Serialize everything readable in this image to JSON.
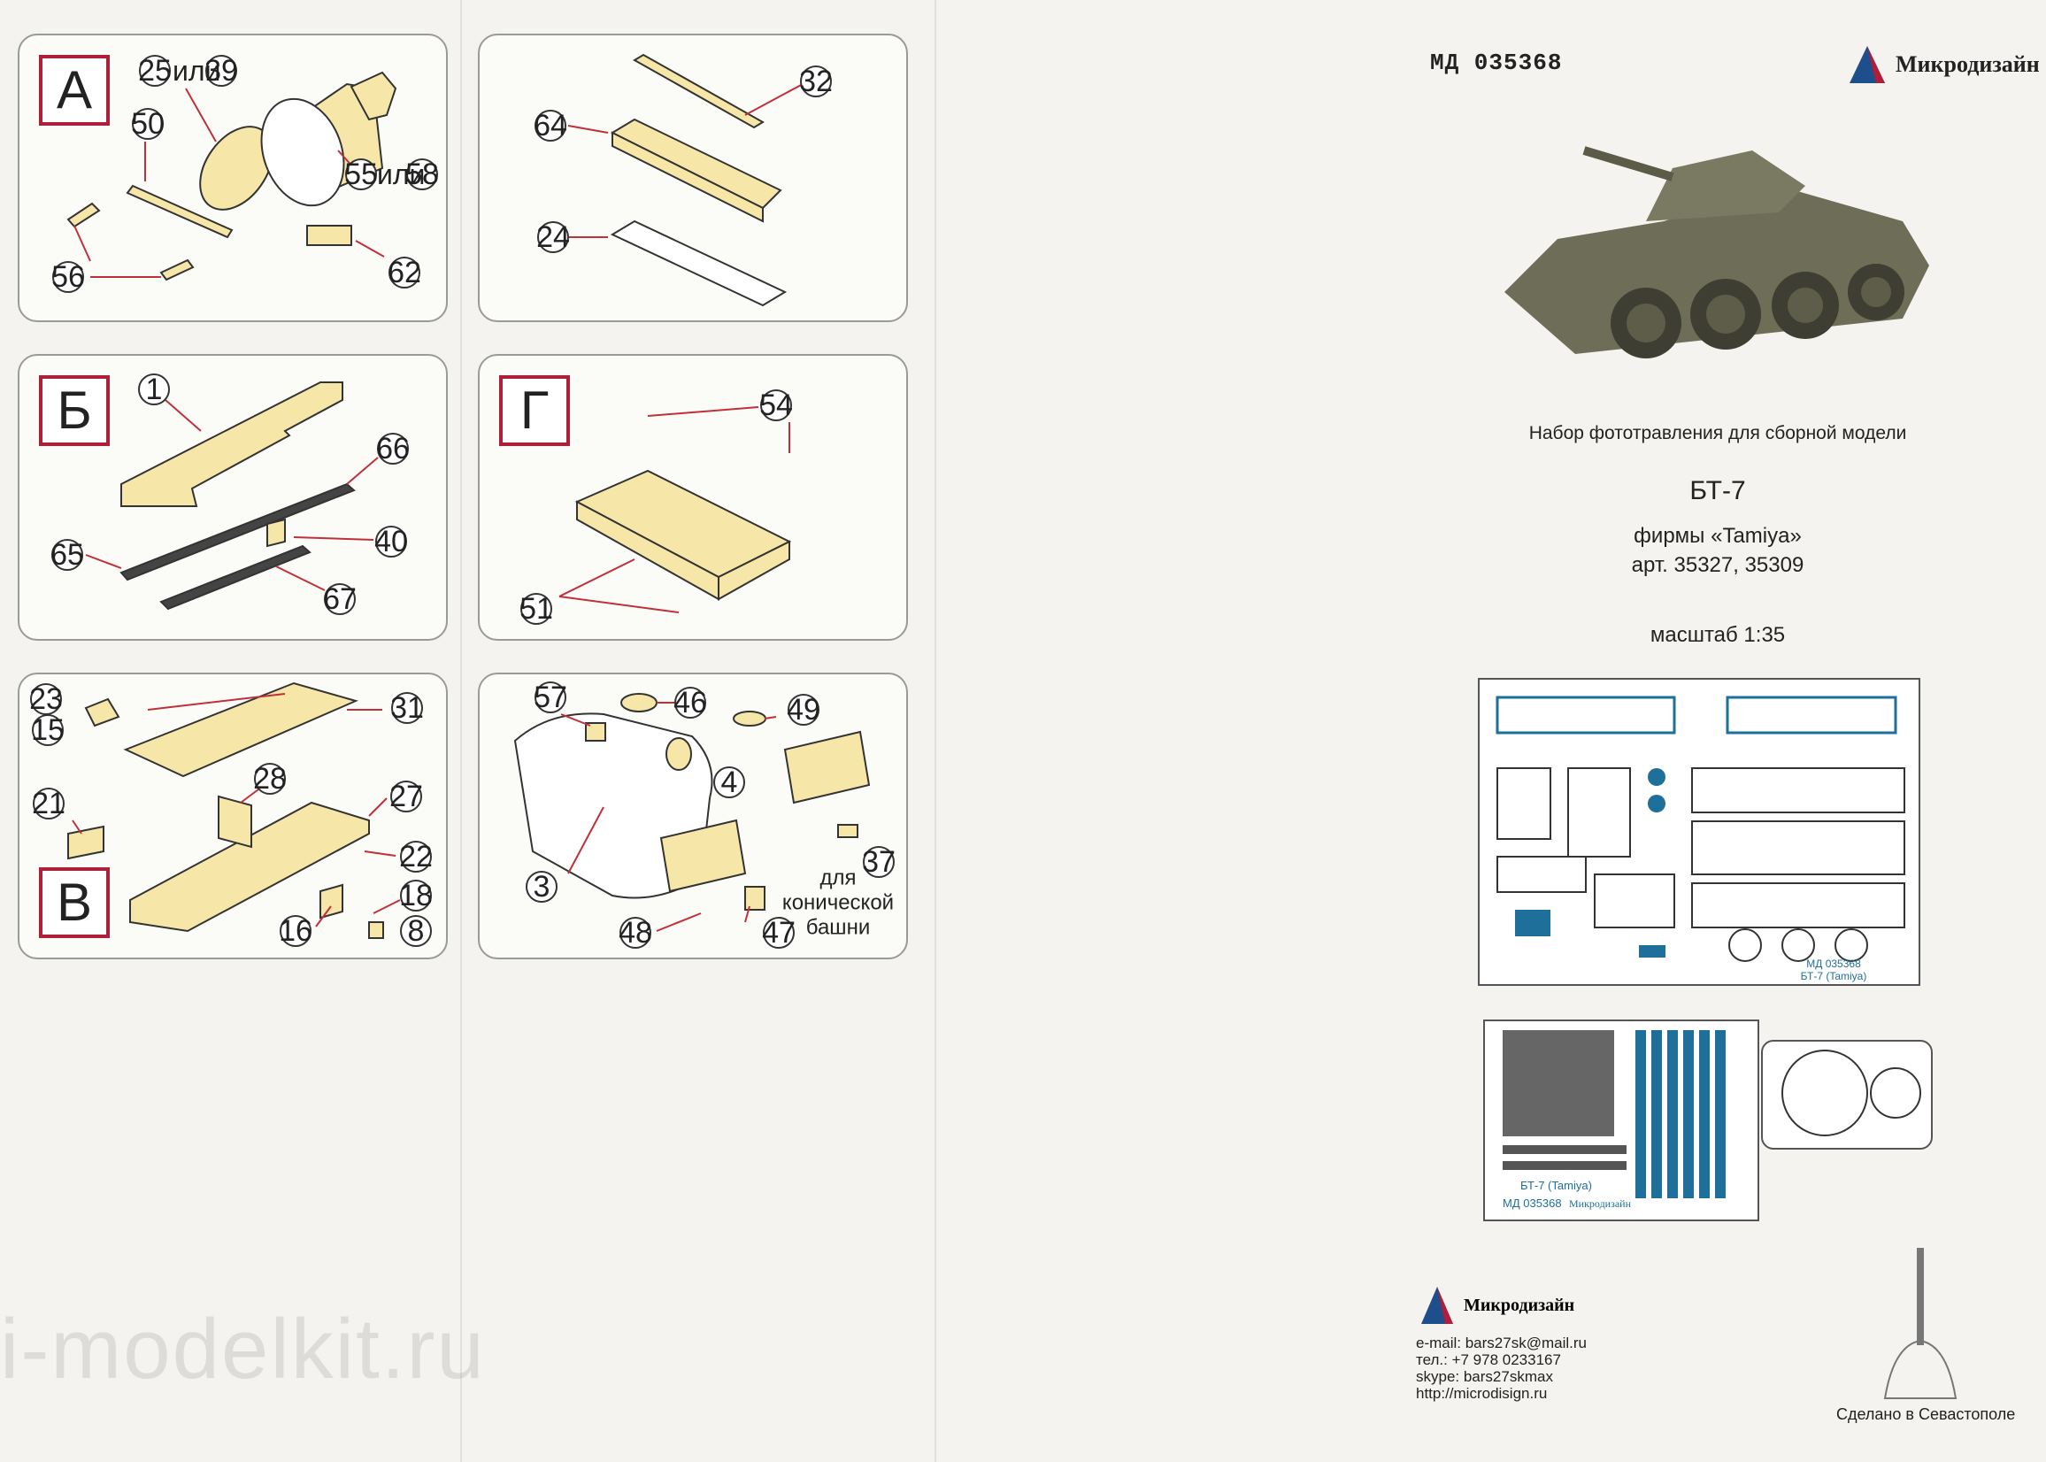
{
  "panels": {
    "a": {
      "letter": "А",
      "callouts": [
        "25",
        "или",
        "39",
        "50",
        "55",
        "или",
        "58",
        "56",
        "62"
      ]
    },
    "b": {
      "letter": "Б",
      "callouts": [
        "1",
        "66",
        "65",
        "40",
        "67"
      ]
    },
    "c": {
      "letter": "В",
      "callouts": [
        "23",
        "15",
        "31",
        "28",
        "21",
        "27",
        "22",
        "18",
        "16",
        "8"
      ]
    },
    "d": {
      "callouts": [
        "32",
        "64",
        "24"
      ]
    },
    "e": {
      "letter": "Г",
      "callouts": [
        "54",
        "51"
      ]
    },
    "f": {
      "callouts": [
        "57",
        "46",
        "49",
        "4",
        "3",
        "37",
        "48",
        "47"
      ],
      "note": [
        "для",
        "конической",
        "башни"
      ]
    }
  },
  "cover": {
    "code": "МД 035368",
    "brand": "Микродизайн",
    "subtitle": "Набор фототравления для сборной модели",
    "model": "БТ-7",
    "maker": "фирмы «Tamiya»",
    "articles": "арт. 35327, 35309",
    "scale": "масштаб 1:35",
    "fret_label_1": "МД 035368",
    "fret_label_2": "БТ-7 (Tamiya)",
    "fret2_label_1": "БТ-7 (Tamiya)",
    "fret2_label_2": "МД 035368",
    "fret2_brand": "Микродизайн",
    "contacts": {
      "email": "e-mail: bars27sk@mail.ru",
      "phone": "тел.: +7 978 0233167",
      "skype": "skype: bars27skmax",
      "site": "http://microdisign.ru"
    },
    "made_in": "Сделано в Севастополе"
  },
  "watermark": "i-modelkit.ru",
  "colors": {
    "part": "#f6e7a8",
    "frame": "#b01e3a",
    "arrow": "#c0303a",
    "fret_blue": "#1e6f9a"
  }
}
